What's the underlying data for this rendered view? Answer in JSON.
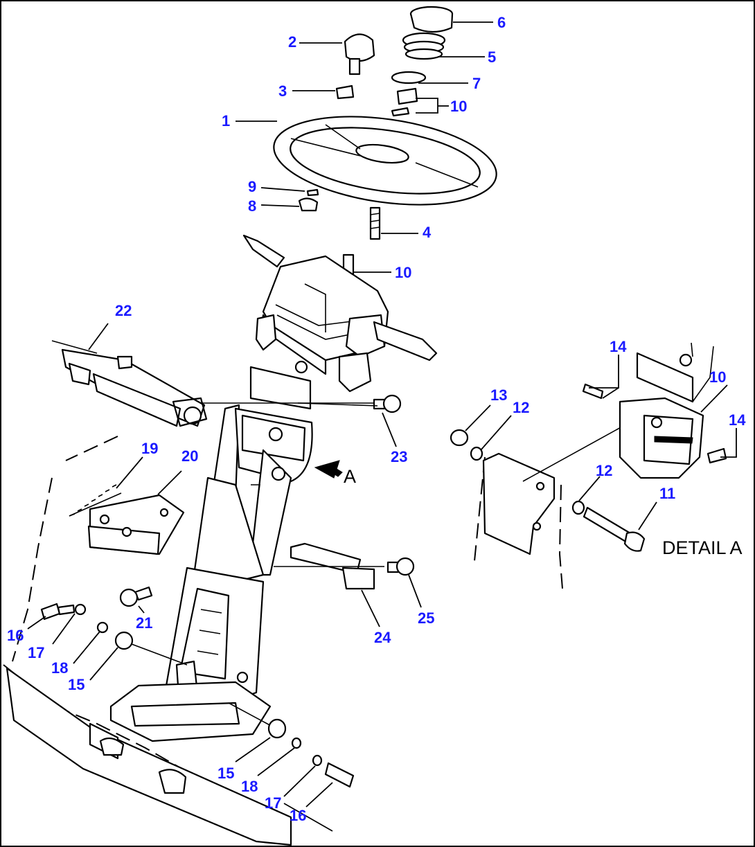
{
  "diagram": {
    "view_arrow_label": "A",
    "detail_caption": "DETAIL A",
    "callouts": [
      {
        "id": "c1",
        "text": "1"
      },
      {
        "id": "c2",
        "text": "2"
      },
      {
        "id": "c3",
        "text": "3"
      },
      {
        "id": "c4",
        "text": "4"
      },
      {
        "id": "c5",
        "text": "5"
      },
      {
        "id": "c6",
        "text": "6"
      },
      {
        "id": "c7",
        "text": "7"
      },
      {
        "id": "c8",
        "text": "8"
      },
      {
        "id": "c9",
        "text": "9"
      },
      {
        "id": "c10a",
        "text": "10"
      },
      {
        "id": "c10b",
        "text": "10"
      },
      {
        "id": "c10c",
        "text": "10"
      },
      {
        "id": "c11",
        "text": "11"
      },
      {
        "id": "c12a",
        "text": "12"
      },
      {
        "id": "c12b",
        "text": "12"
      },
      {
        "id": "c13",
        "text": "13"
      },
      {
        "id": "c14a",
        "text": "14"
      },
      {
        "id": "c14b",
        "text": "14"
      },
      {
        "id": "c15a",
        "text": "15"
      },
      {
        "id": "c15b",
        "text": "15"
      },
      {
        "id": "c16a",
        "text": "16"
      },
      {
        "id": "c16b",
        "text": "16"
      },
      {
        "id": "c17a",
        "text": "17"
      },
      {
        "id": "c17b",
        "text": "17"
      },
      {
        "id": "c18a",
        "text": "18"
      },
      {
        "id": "c18b",
        "text": "18"
      },
      {
        "id": "c19",
        "text": "19"
      },
      {
        "id": "c20",
        "text": "20"
      },
      {
        "id": "c21",
        "text": "21"
      },
      {
        "id": "c22",
        "text": "22"
      },
      {
        "id": "c23",
        "text": "23"
      },
      {
        "id": "c24",
        "text": "24"
      },
      {
        "id": "c25",
        "text": "25"
      }
    ]
  }
}
